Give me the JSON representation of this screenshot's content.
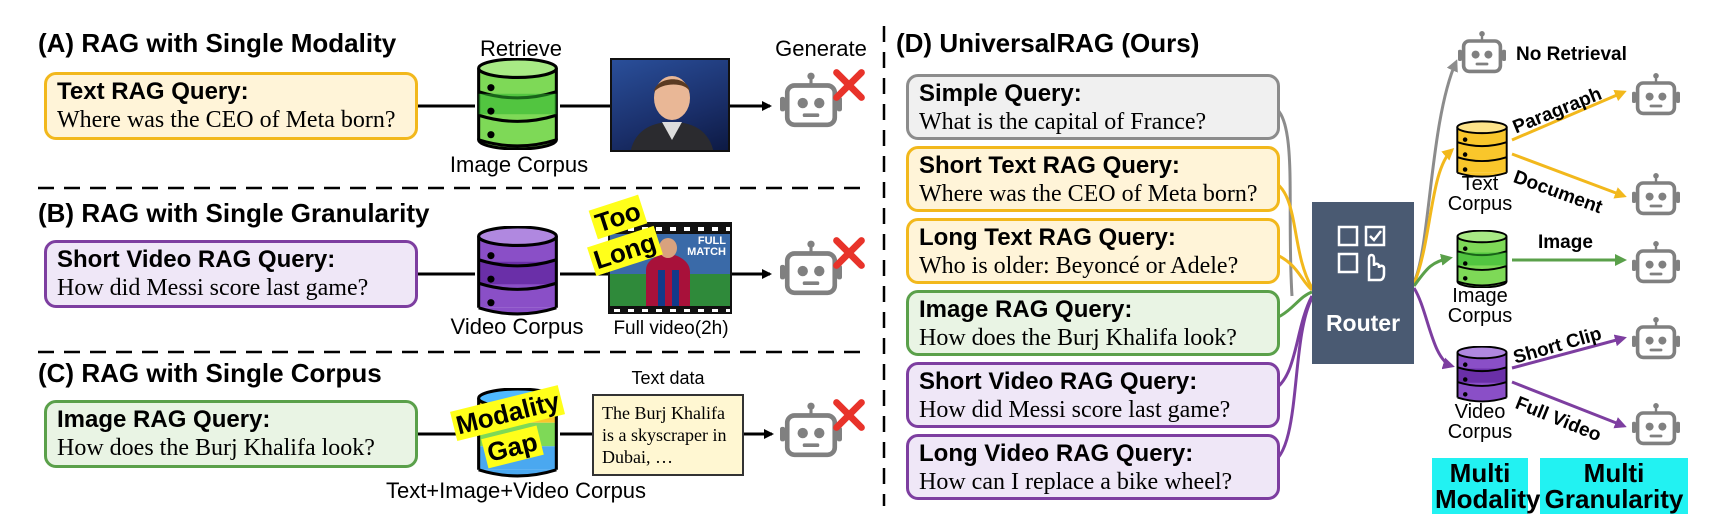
{
  "panelA": {
    "title": "(A) RAG with Single Modality",
    "query_title": "Text RAG Query:",
    "query_text": "Where was the CEO of Meta born?",
    "retrieve_label": "Retrieve",
    "corpus_label": "Image Corpus",
    "generate_label": "Generate"
  },
  "panelB": {
    "title": "(B) RAG with Single Granularity",
    "query_title": "Short Video RAG Query:",
    "query_text": "How did Messi score last game?",
    "corpus_label": "Video Corpus",
    "video_label": "Full video(2h)",
    "tag_too": "Too",
    "tag_long": "Long",
    "video_overlay_line1": "FULL",
    "video_overlay_line2": "MATCH"
  },
  "panelC": {
    "title": "(C) RAG with Single Corpus",
    "query_title": "Image RAG Query:",
    "query_text": "How does the Burj Khalifa look?",
    "corpus_label": "Text+Image+Video Corpus",
    "tag_modality": "Modality",
    "tag_gap": "Gap",
    "textdata_label": "Text data",
    "textdata_lines": [
      "The Burj Khalifa",
      "is a skyscraper in",
      "Dubai, …"
    ]
  },
  "panelD": {
    "title": "(D) UniversalRAG (Ours)",
    "queries": [
      {
        "title": "Simple Query:",
        "text": "What is the capital of France?",
        "color": "gray"
      },
      {
        "title": "Short Text RAG Query:",
        "text": "Where was the CEO of Meta born?",
        "color": "yellow"
      },
      {
        "title": "Long Text RAG Query:",
        "text": "Who is older: Beyoncé or Adele?",
        "color": "yellow"
      },
      {
        "title": "Image RAG Query:",
        "text": "How does the Burj Khalifa look?",
        "color": "green"
      },
      {
        "title": "Short Video RAG Query:",
        "text": "How did Messi score last game?",
        "color": "purple"
      },
      {
        "title": "Long Video RAG Query:",
        "text": "How can I replace a bike wheel?",
        "color": "purple"
      }
    ],
    "router_label": "Router",
    "no_retrieval": "No Retrieval",
    "text_corpus": [
      "Text",
      "Corpus"
    ],
    "image_corpus": [
      "Image",
      "Corpus"
    ],
    "video_corpus": [
      "Video",
      "Corpus"
    ],
    "paragraph": "Paragraph",
    "document": "Document",
    "image": "Image",
    "short_clip": "Short Clip",
    "full_video": "Full Video",
    "multi_modality": [
      "Multi",
      "Modality"
    ],
    "multi_granularity": [
      "Multi",
      "Granularity"
    ]
  },
  "colors": {
    "text_yellow": "#f2b81c",
    "image_green": "#5aa04a",
    "video_purple": "#7d3ea0",
    "simple_gray": "#8c8c8c",
    "router_slate": "#4a5a72",
    "fail_red": "#e8332a",
    "highlight_cyan": "#22f2f2",
    "highlight_yellow": "#ffff1a"
  }
}
